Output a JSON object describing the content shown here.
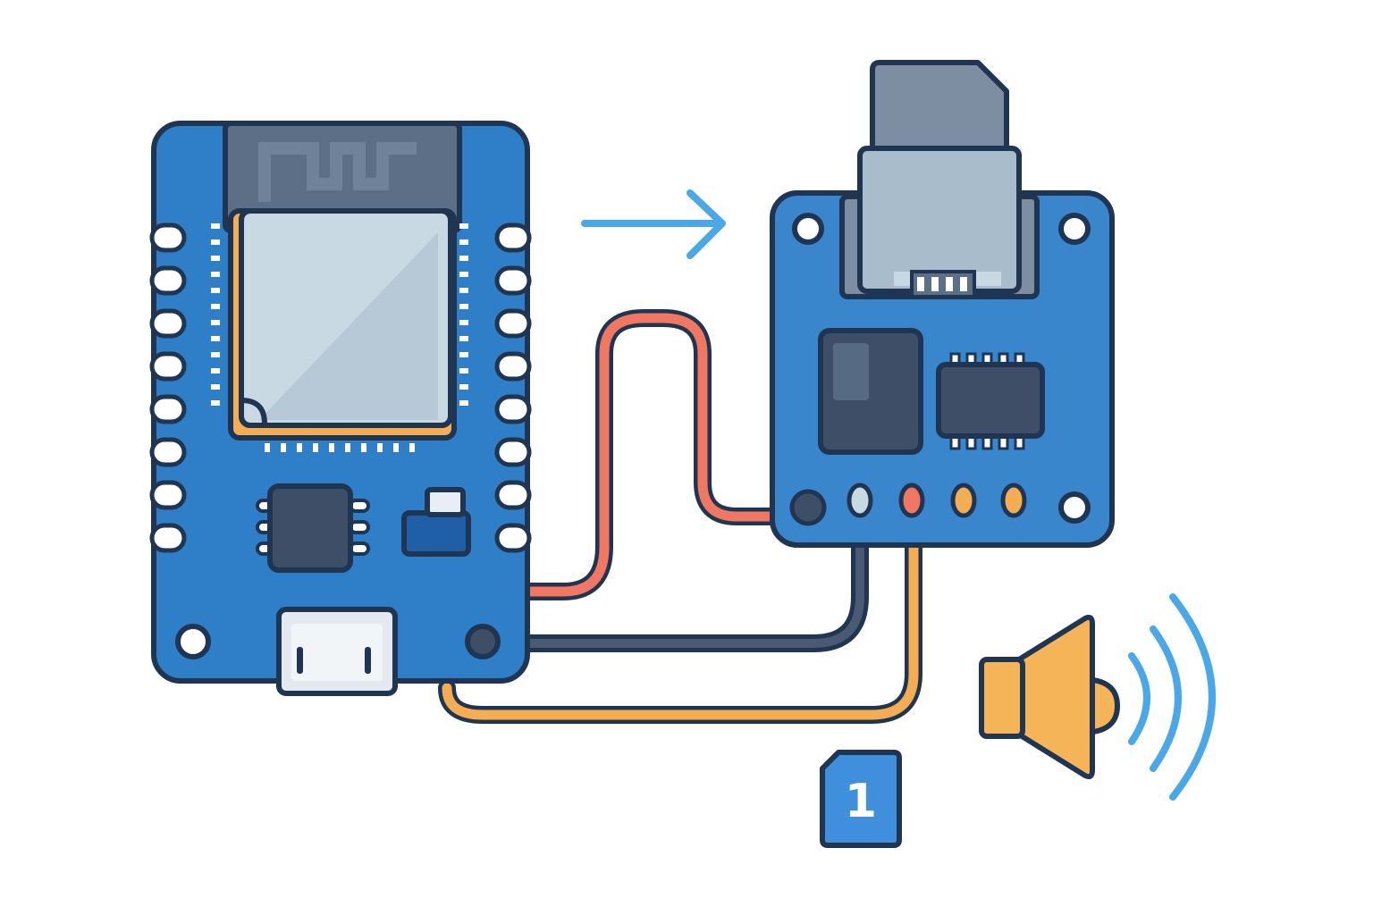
{
  "diagram": {
    "colors": {
      "outline": "#1f3552",
      "board_blue": "#2f7fc8",
      "module_blue": "#3a86cc",
      "chip_dark": "#3d4e66",
      "shield_gray": "#7d8ea3",
      "metal_light": "#c9d9e4",
      "wire_red": "#f07862",
      "wire_dark": "#2d3e58",
      "wire_orange": "#f5ad54",
      "arrow_blue": "#4aa8e8",
      "speaker_orange": "#f6b458",
      "sound_wave_blue": "#4aa8e8",
      "badge_blue": "#3f8fdc"
    },
    "components": [
      {
        "name": "esp32-board",
        "icon": "microcontroller-board-icon"
      },
      {
        "name": "sd-card-audio-module",
        "icon": "sd-card-module-icon"
      },
      {
        "name": "speaker",
        "icon": "speaker-icon"
      }
    ],
    "arrow": {
      "icon": "arrow-right-icon"
    },
    "badge": {
      "label": "1"
    }
  }
}
